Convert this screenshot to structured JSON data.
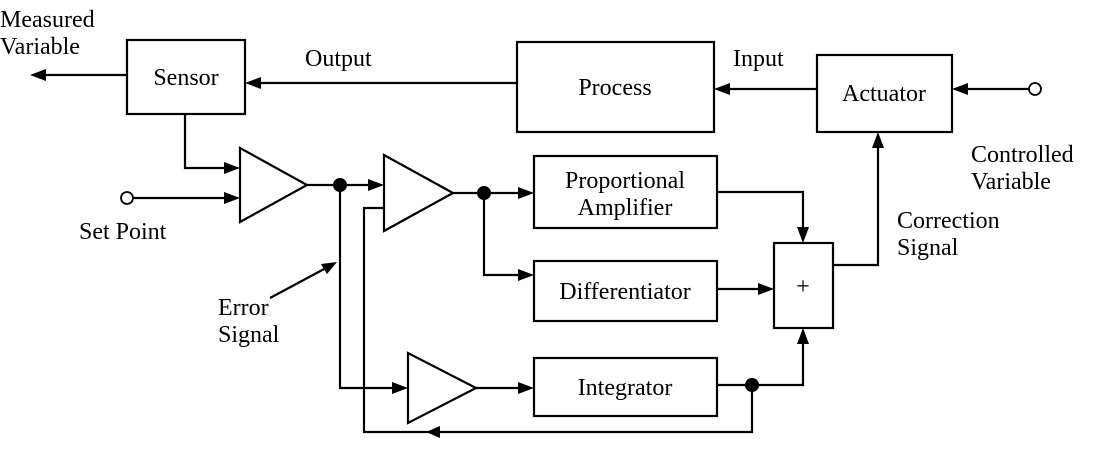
{
  "blocks": {
    "sensor": "Sensor",
    "process": "Process",
    "actuator": "Actuator",
    "proportional_line1": "Proportional",
    "proportional_line2": "Amplifier",
    "differentiator": "Differentiator",
    "integrator": "Integrator",
    "summer": "+"
  },
  "labels": {
    "measured_line1": "Measured",
    "measured_line2": "Variable",
    "output": "Output",
    "input": "Input",
    "controlled_line1": "Controlled",
    "controlled_line2": "Variable",
    "set_point": "Set Point",
    "error_line1": "Error",
    "error_line2": "Signal",
    "correction_line1": "Correction",
    "correction_line2": "Signal"
  }
}
